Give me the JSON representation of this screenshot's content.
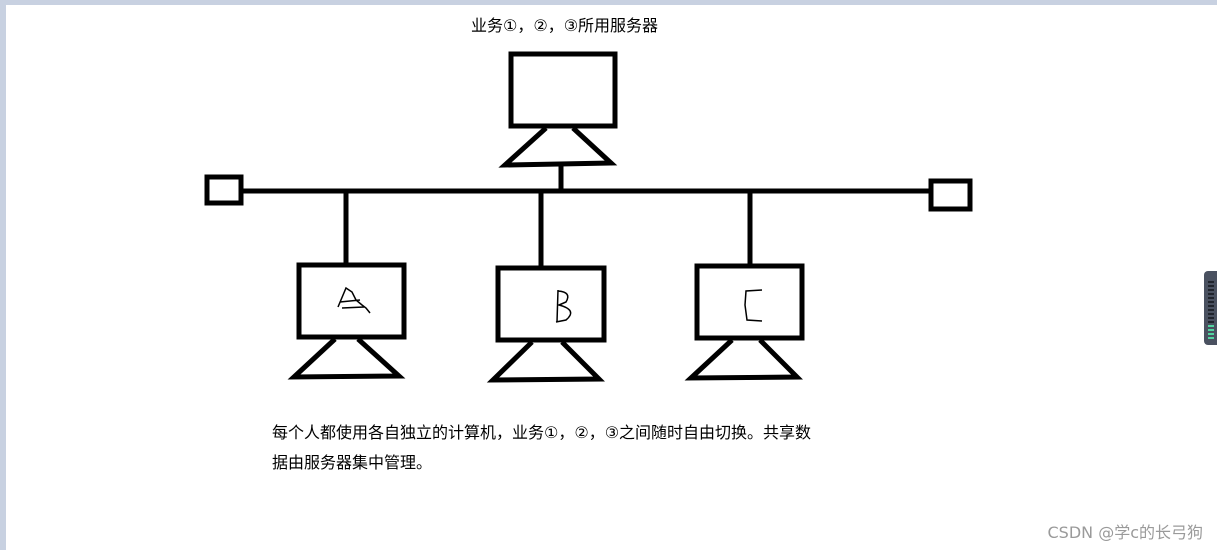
{
  "diagram": {
    "server_label": "业务①，②，③所用服务器",
    "workstations": [
      {
        "letter": "A"
      },
      {
        "letter": "B"
      },
      {
        "letter": "C"
      }
    ],
    "caption": "每个人都使用各自独立的计算机，业务①，②，③之间随时自由切换。共享数据由服务器集中管理。"
  },
  "watermark": "CSDN @学c的长弓狗",
  "colors": {
    "line": "#000000",
    "frame": "#c8d1e1",
    "watermark": "#9a9a9a"
  }
}
